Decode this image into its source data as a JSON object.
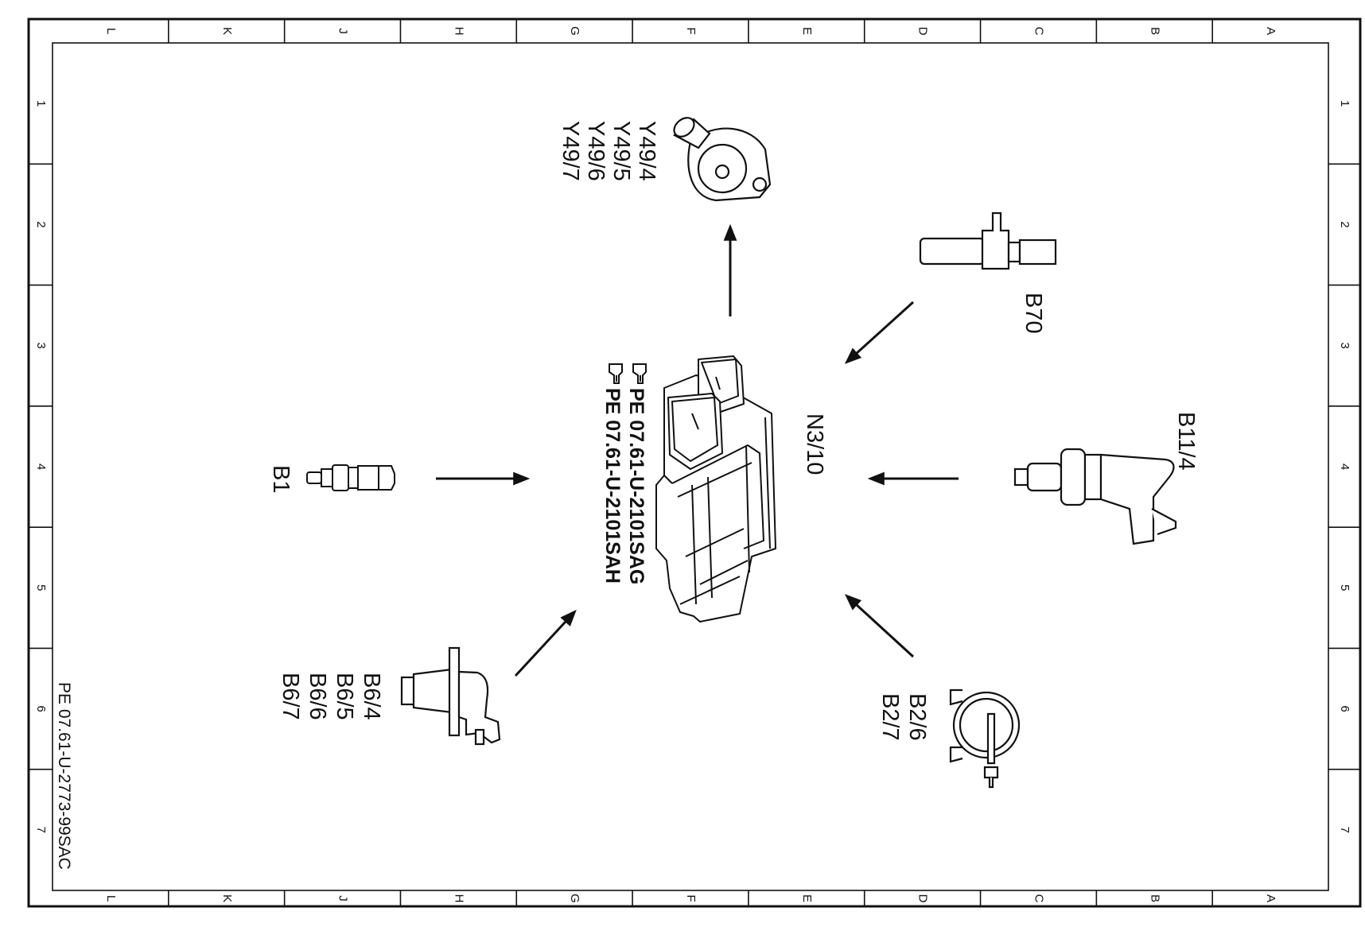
{
  "frame": {
    "column_letters": [
      "L",
      "K",
      "J",
      "H",
      "G",
      "F",
      "E",
      "D",
      "C",
      "B",
      "A"
    ],
    "row_numbers": [
      "1",
      "2",
      "3",
      "4",
      "5",
      "6",
      "7"
    ]
  },
  "control_unit": {
    "label": "N3/10",
    "refs": [
      "PE  07.61-U-2101SAG",
      "PE  07.61-U-2101SAH"
    ]
  },
  "components": {
    "y49": {
      "labels": [
        "Y49/4",
        "Y49/5",
        "Y49/6",
        "Y49/7"
      ]
    },
    "b70": {
      "label": "B70"
    },
    "b11": {
      "label": "B11/4"
    },
    "b1": {
      "label": "B1"
    },
    "b6": {
      "labels": [
        "B6/4",
        "B6/5",
        "B6/6",
        "B6/7"
      ]
    },
    "b2": {
      "labels": [
        "B2/6",
        "B2/7"
      ]
    }
  },
  "document_ref": "PE 07.61-U-2773-99SAC",
  "icons": [
    "reference-hand-icon",
    "arrow-icon"
  ]
}
